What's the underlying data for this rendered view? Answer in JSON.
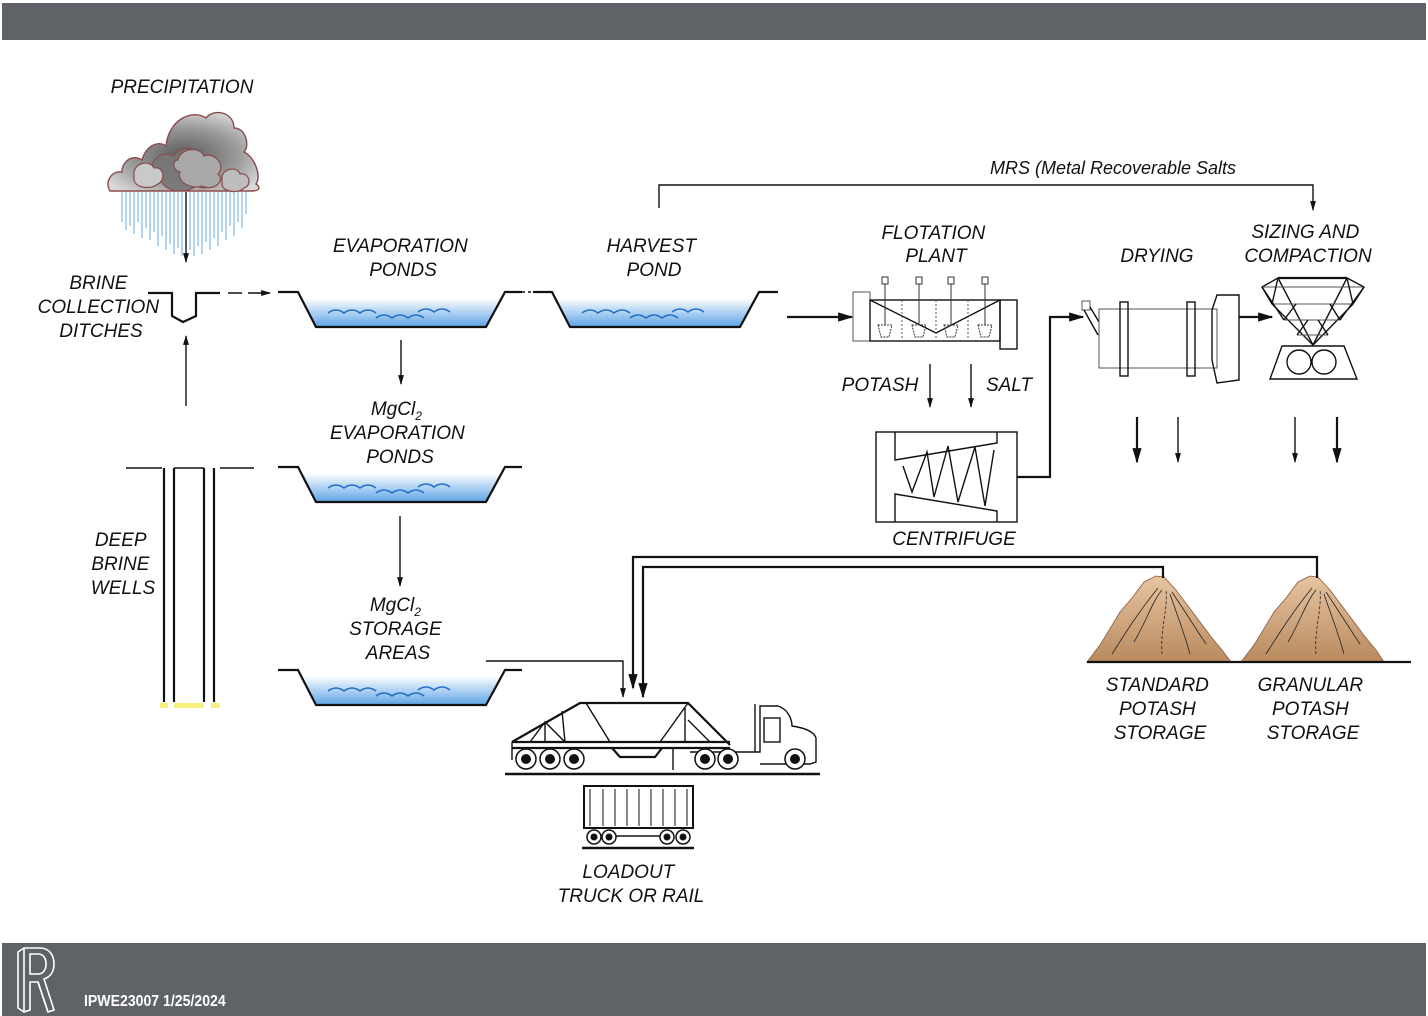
{
  "header": {
    "title": ""
  },
  "footer": {
    "document_id": "IPWE23007 1/25/2024",
    "logo": "R-logo"
  },
  "diagram": {
    "labels": {
      "precipitation": [
        "PRECIPITATION"
      ],
      "brine_collection_ditches": [
        "BRINE",
        "COLLECTION",
        "DITCHES"
      ],
      "deep_brine_wells": [
        "DEEP",
        "BRINE",
        "WELLS"
      ],
      "evaporation_ponds": [
        "EVAPORATION",
        "PONDS"
      ],
      "harvest_pond": [
        "HARVEST",
        "POND"
      ],
      "mgcl2_evaporation_ponds": [
        "MgCl",
        "2",
        "EVAPORATION",
        "PONDS"
      ],
      "mgcl2_storage_areas": [
        "MgCl",
        "2",
        "STORAGE",
        "AREAS"
      ],
      "mrs": "MRS (Metal Recoverable Salts",
      "flotation_plant": [
        "FLOTATION",
        "PLANT"
      ],
      "potash": "POTASH",
      "salt": "SALT",
      "centrifuge": "CENTRIFUGE",
      "drying": "DRYING",
      "sizing_and_compaction": [
        "SIZING AND",
        "COMPACTION"
      ],
      "standard_potash_storage": [
        "STANDARD",
        "POTASH",
        "STORAGE"
      ],
      "granular_potash_storage": [
        "GRANULAR",
        "POTASH",
        "STORAGE"
      ],
      "loadout": [
        "LOADOUT",
        "TRUCK OR RAIL"
      ]
    },
    "flow": [
      {
        "from": "precipitation",
        "to": "brine_collection_ditches"
      },
      {
        "from": "deep_brine_wells",
        "to": "brine_collection_ditches"
      },
      {
        "from": "brine_collection_ditches",
        "to": "evaporation_ponds"
      },
      {
        "from": "evaporation_ponds",
        "to": "harvest_pond"
      },
      {
        "from": "evaporation_ponds",
        "to": "mgcl2_evaporation_ponds"
      },
      {
        "from": "mgcl2_evaporation_ponds",
        "to": "mgcl2_storage_areas"
      },
      {
        "from": "mgcl2_storage_areas",
        "to": "loadout"
      },
      {
        "from": "harvest_pond",
        "to": "flotation_plant"
      },
      {
        "from": "harvest_pond",
        "to": "sizing_and_compaction",
        "label": "MRS (Metal Recoverable Salts"
      },
      {
        "from": "flotation_plant",
        "to": "centrifuge",
        "label": "POTASH"
      },
      {
        "from": "flotation_plant",
        "to": "salt",
        "label": "SALT"
      },
      {
        "from": "centrifuge",
        "to": "drying"
      },
      {
        "from": "drying",
        "to": "sizing_and_compaction"
      },
      {
        "from": "standard_potash_storage",
        "to": "loadout"
      },
      {
        "from": "granular_potash_storage",
        "to": "loadout"
      }
    ],
    "colors": {
      "bar": "#5f6267",
      "water_top": "#ffffff",
      "water_bottom": "#5fa3e6",
      "wave": "#1f6fc4",
      "pile_light": "#e2bf9c",
      "pile_dark": "#b98a5e",
      "cloud_outline": "#8a4a4a",
      "rain": "#7fb6ea",
      "well_bottom": "#f4f07a"
    }
  }
}
